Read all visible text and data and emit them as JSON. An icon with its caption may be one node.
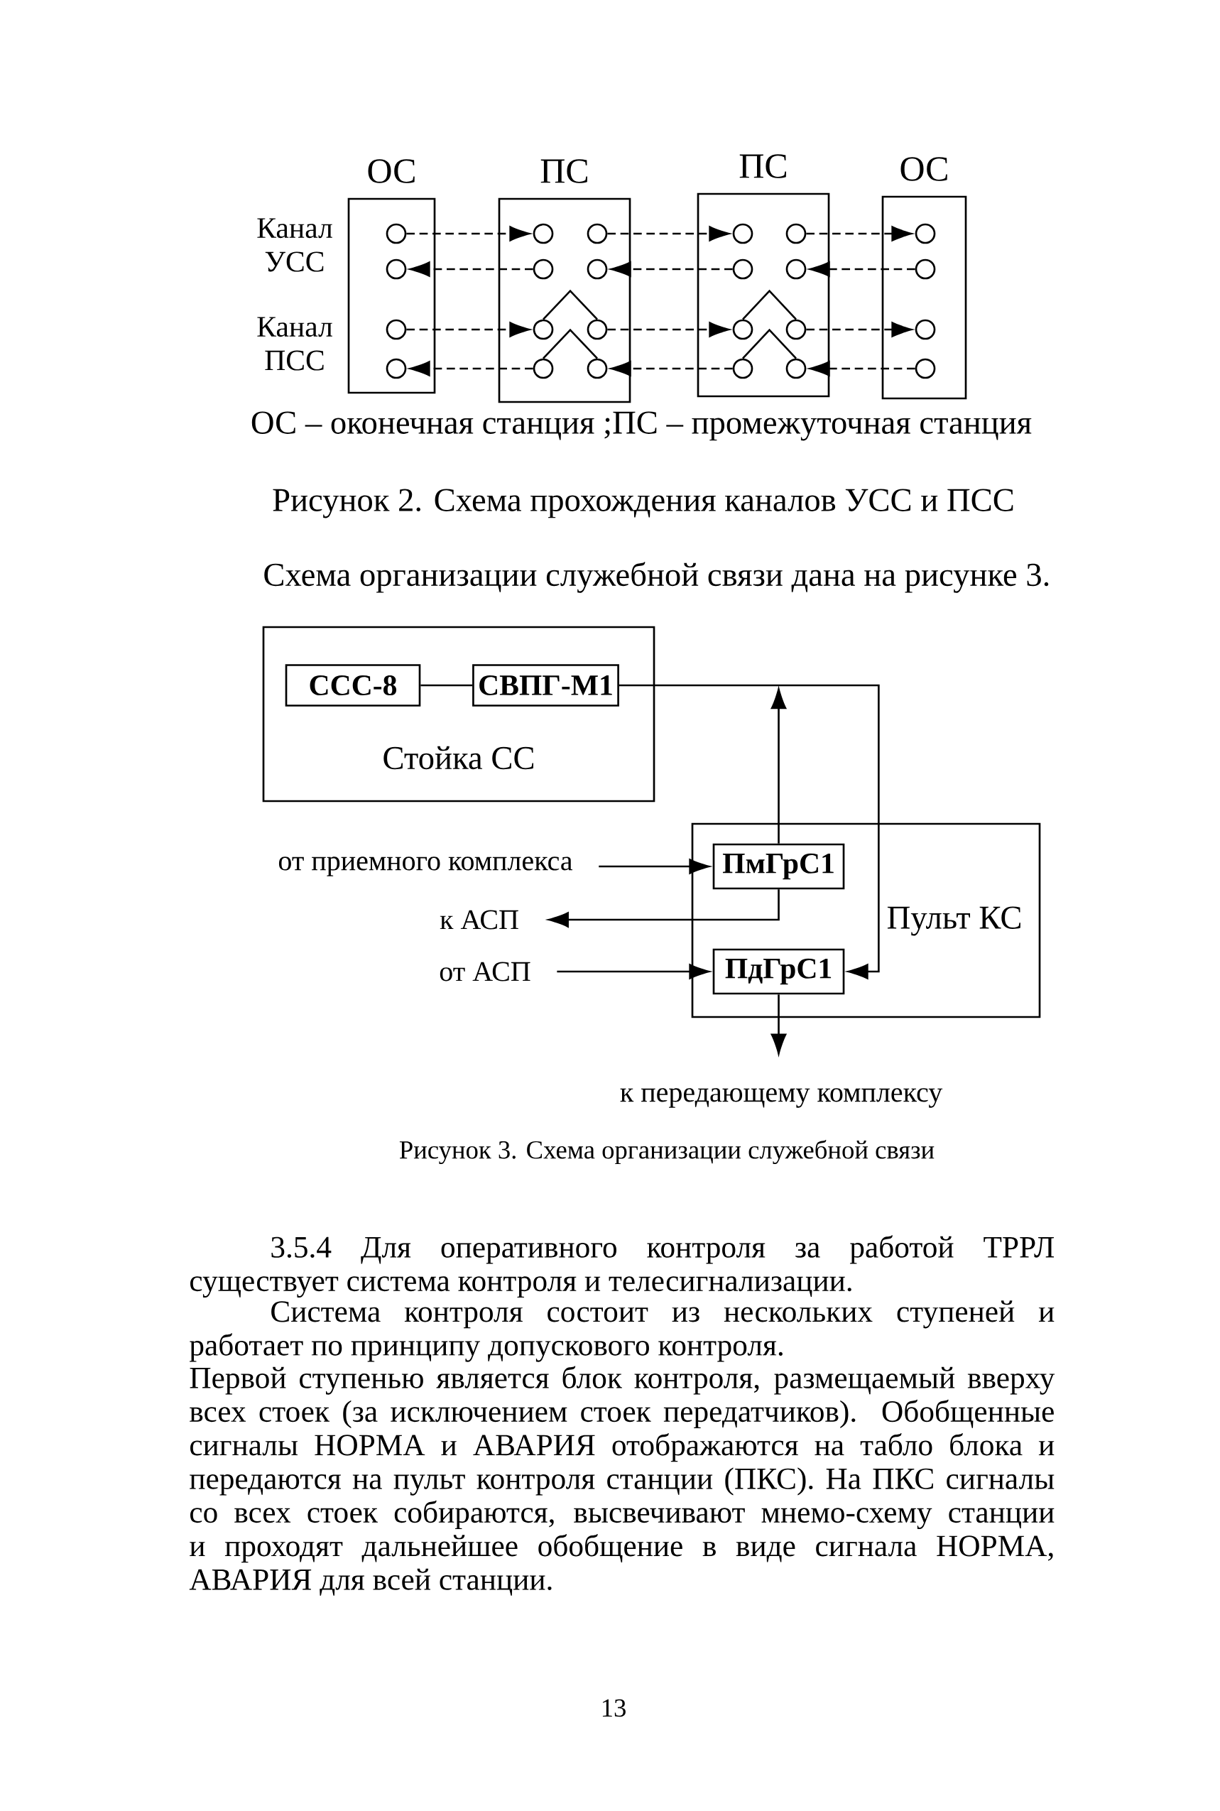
{
  "diagram": {
    "nodes": [
      {
        "text": [
          "ОС"
        ]
      },
      {
        "text": [],
        "shape": "circle",
        "in": 0
      },
      {
        "text": [],
        "shape": "circle",
        "in": 0
      },
      {
        "text": [],
        "shape": "circle",
        "in": 0
      },
      {
        "text": [],
        "shape": "circle",
        "in": 0
      },
      {
        "text": [
          "ПС"
        ]
      },
      {
        "text": [],
        "shape": "circle",
        "in": 5
      },
      {
        "text": [],
        "shape": "circle",
        "in": 5
      },
      {
        "text": [],
        "shape": "circle",
        "in": 5
      },
      {
        "text": [],
        "shape": "circle",
        "in": 5
      },
      {
        "text": [],
        "shape": "circle",
        "in": 5
      },
      {
        "text": [],
        "shape": "circle",
        "in": 5
      },
      {
        "text": [],
        "shape": "circle",
        "in": 5
      },
      {
        "text": [],
        "shape": "circle",
        "in": 5
      },
      {
        "text": [
          "ПС"
        ]
      },
      {
        "text": [],
        "shape": "circle",
        "in": 14
      },
      {
        "text": [],
        "shape": "circle",
        "in": 14
      },
      {
        "text": [],
        "shape": "circle",
        "in": 14
      },
      {
        "text": [],
        "shape": "circle",
        "in": 14
      },
      {
        "text": [],
        "shape": "circle",
        "in": 14
      },
      {
        "text": [],
        "shape": "circle",
        "in": 14
      },
      {
        "text": [],
        "shape": "circle",
        "in": 14
      },
      {
        "text": [],
        "shape": "circle",
        "in": 14
      },
      {
        "text": [
          "ОС"
        ]
      },
      {
        "text": [],
        "shape": "circle",
        "in": 23
      },
      {
        "text": [],
        "shape": "circle",
        "in": 23
      },
      {
        "text": [],
        "shape": "circle",
        "in": 23
      },
      {
        "text": [],
        "shape": "circle",
        "in": 23
      },
      {
        "text": [
          "Стойка СС"
        ]
      },
      {
        "text": [
          "ССС-8"
        ],
        "in": 28
      },
      {
        "text": [
          "СВПГ-М1"
        ],
        "in": 28
      },
      {
        "text": [
          "Пульт КС"
        ]
      },
      {
        "text": [
          "ПмГрС1"
        ],
        "in": 31
      },
      {
        "text": [
          "ПдГрС1"
        ],
        "in": 31
      },
      {
        "text": [
          "от приемного комплекса"
        ]
      },
      {
        "text": [
          "к АСП"
        ]
      },
      {
        "text": [
          "от АСП"
        ]
      },
      {
        "text": [
          "к передающему комплексу"
        ]
      }
    ],
    "edges": [
      {
        "from": 1,
        "to": 6,
        "arrow": "to",
        "style": "dashed"
      },
      {
        "from": 7,
        "to": 15,
        "arrow": "to",
        "style": "dashed"
      },
      {
        "from": 16,
        "to": 24,
        "arrow": "to",
        "style": "dashed"
      },
      {
        "from": 25,
        "to": 18,
        "arrow": "to",
        "style": "dashed"
      },
      {
        "from": 17,
        "to": 9,
        "arrow": "to",
        "style": "dashed"
      },
      {
        "from": 8,
        "to": 2,
        "arrow": "to",
        "style": "dashed"
      },
      {
        "from": 3,
        "to": 10,
        "arrow": "to",
        "style": "dashed"
      },
      {
        "from": 11,
        "to": 19,
        "arrow": "to",
        "style": "dashed"
      },
      {
        "from": 20,
        "to": 26,
        "arrow": "to",
        "style": "dashed"
      },
      {
        "from": 27,
        "to": 22,
        "arrow": "to",
        "style": "dashed"
      },
      {
        "from": 21,
        "to": 13,
        "arrow": "to",
        "style": "dashed"
      },
      {
        "from": 12,
        "to": 4,
        "arrow": "to",
        "style": "dashed"
      },
      {
        "from": 10,
        "to": 11,
        "arrow": "none"
      },
      {
        "from": 12,
        "to": 13,
        "arrow": "none"
      },
      {
        "from": 19,
        "to": 20,
        "arrow": "none"
      },
      {
        "from": 21,
        "to": 22,
        "arrow": "none"
      },
      {
        "from": 29,
        "to": 30,
        "arrow": "none"
      },
      {
        "from": 30,
        "to": 33,
        "arrow": "to"
      },
      {
        "from": 32,
        "to": null,
        "arrow": "to"
      },
      {
        "from": 34,
        "to": 32,
        "arrow": "to"
      },
      {
        "from": 32,
        "to": 35,
        "arrow": "to"
      },
      {
        "from": 36,
        "to": 33,
        "arrow": "to"
      },
      {
        "from": 33,
        "to": 37,
        "arrow": "to"
      }
    ],
    "labels": [
      "Канал УСС",
      "Канал ПСС",
      "ОС – оконечная станция ;ПС – промежуточная станция",
      "Рисунок 2. Схема прохождения каналов УСС и ПСС",
      "Схема организации служебной связи дана на рисунке 3.",
      "Рисунок 3. Схема организации служебной связи",
      "3.5.4 Для оперативного контроля за работой ТРРЛ существует система контроля и телесигнализации.",
      "Система контроля состоит из нескольких ступеней и работает по принципу допускового контроля.",
      "Первой ступенью является блок контроля, размещаемый вверху всех стоек (за исключением стоек передатчиков). Обобщенные сигналы НОРМА и АВАРИЯ отображаются на табло блока и передаются на пульт контроля станции (ПКС). На ПКС сигналы со всех стоек собираются, высвечивают мнемо-схему станции и проходят дальнейшее обобщение в виде сигнала НОРМА, АВАРИЯ для всей станции.",
      "13"
    ]
  }
}
